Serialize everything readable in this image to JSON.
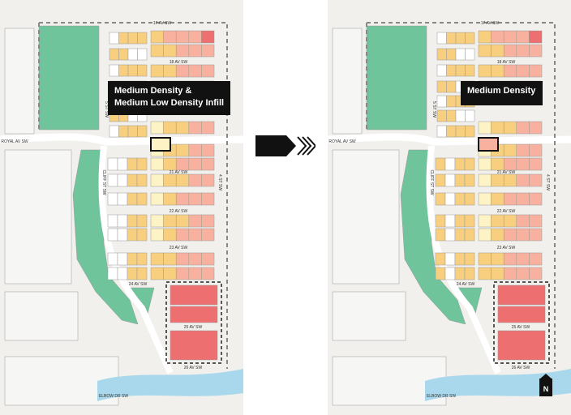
{
  "colors": {
    "park": "#6fc49c",
    "road": "#ffffff",
    "block_outline": "#9a9a9a",
    "background": "#f1f0ec",
    "low_density": "#fdf3c4",
    "medium_low": "#f7cf7e",
    "medium": "#f7b19e",
    "high": "#ee6f6f",
    "river": "#a9d8ec",
    "boundary": "#888888",
    "callout": "#111111"
  },
  "streets": {
    "s17": "17 AV SW",
    "s18": "18 AV SW",
    "royal": "ROYAL AV SW",
    "s21": "21 AV SW",
    "s22": "22 AV SW",
    "s23": "23 AV SW",
    "s24": "24 AV SW",
    "s25": "25 AV SW",
    "s26": "26 AV SW",
    "elbow": "ELBOW DR SW",
    "cliff": "CLIFF ST SW",
    "fourth": "4 ST SW",
    "fifth": "5 ST SW"
  },
  "left_map": {
    "callout_line1": "Medium Density &",
    "callout_line2": "Medium Low Density Infill"
  },
  "right_map": {
    "callout_line1": "Medium Density"
  },
  "north_label": "N"
}
